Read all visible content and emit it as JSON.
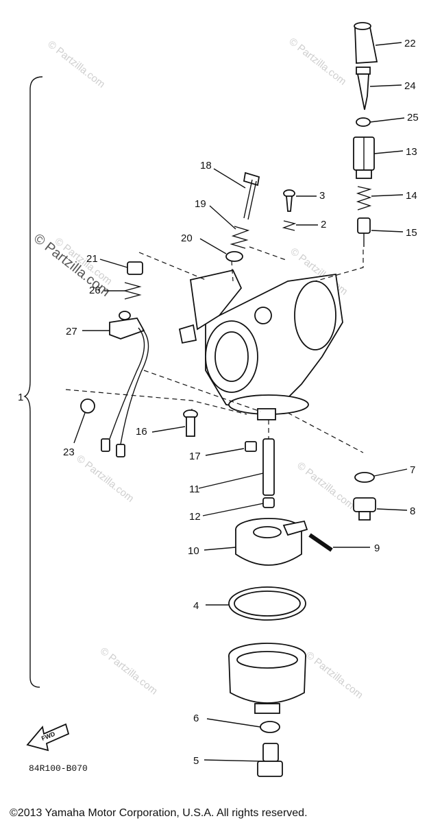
{
  "watermark": "© Partzilla.com",
  "assembly_label": "1",
  "callouts": [
    "22",
    "24",
    "25",
    "13",
    "18",
    "3",
    "14",
    "19",
    "2",
    "15",
    "20",
    "21",
    "26",
    "27",
    "23",
    "16",
    "17",
    "7",
    "11",
    "8",
    "12",
    "10",
    "9",
    "4",
    "6",
    "5"
  ],
  "fwd_label": "FWD",
  "diagram_code": "84R100-B070",
  "copyright": "©2013  Yamaha Motor Corporation, U.S.A. All rights reserved."
}
